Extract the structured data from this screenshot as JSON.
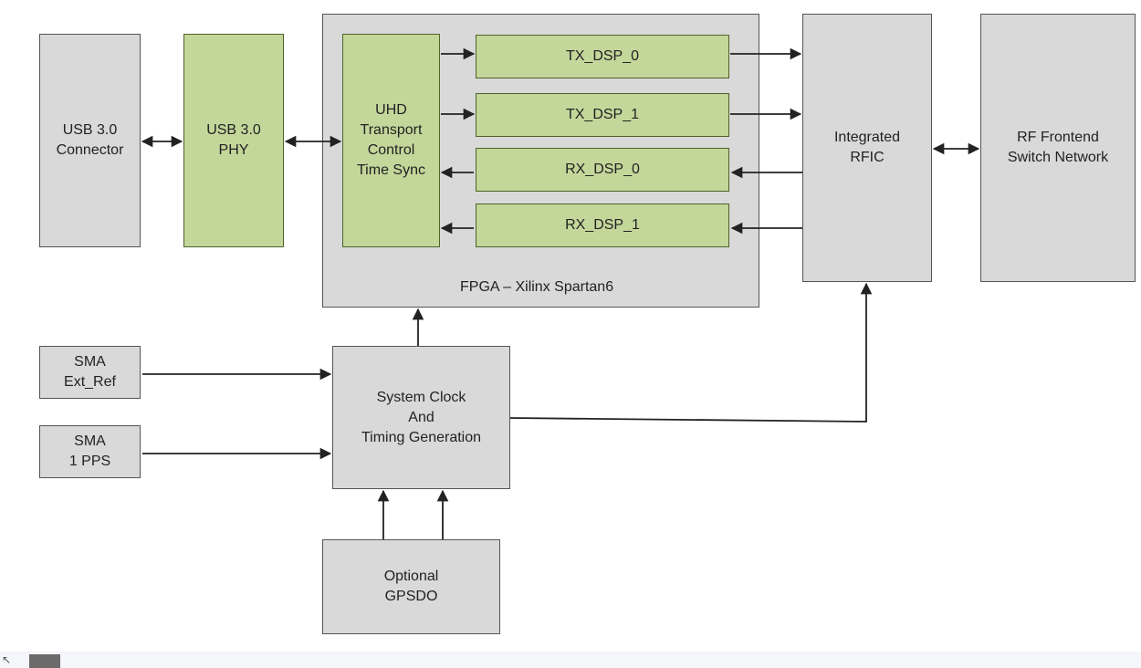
{
  "blocks": {
    "usb_connector": "USB 3.0\nConnector",
    "usb_phy": "USB 3.0\nPHY",
    "uhd": "UHD\nTransport\nControl\nTime Sync",
    "tx_dsp_0": "TX_DSP_0",
    "tx_dsp_1": "TX_DSP_1",
    "rx_dsp_0": "RX_DSP_0",
    "rx_dsp_1": "RX_DSP_1",
    "fpga_label": "FPGA – Xilinx Spartan6",
    "rfic": "Integrated\nRFIC",
    "rf_frontend": "RF Frontend\nSwitch Network",
    "sma_ext_ref": "SMA\nExt_Ref",
    "sma_pps": "SMA\n1 PPS",
    "clock_gen": "System Clock\nAnd\nTiming Generation",
    "gpsdo": "Optional\nGPSDO"
  },
  "colors": {
    "gray_block": "#d9d9d9",
    "green_block": "#c4d79b",
    "wire": "#222222"
  }
}
